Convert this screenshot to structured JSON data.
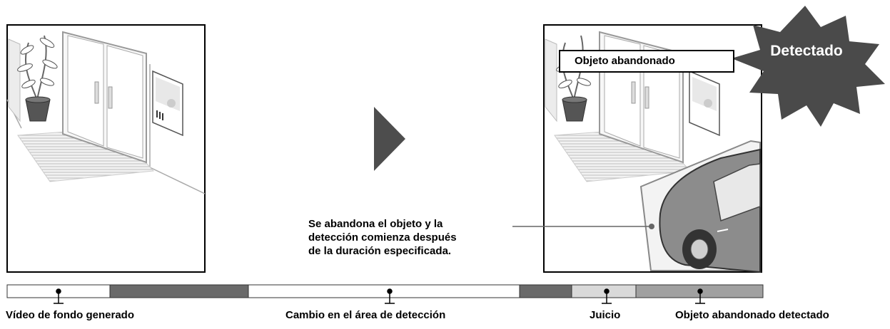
{
  "scene_before": {
    "description_icons": [
      "plant-pot-icon",
      "door-icon",
      "poster-icon",
      "doormat-icon"
    ]
  },
  "arrow_icon": "triangle-right-icon",
  "scene_after": {
    "abandoned_label": "Objeto abandonado",
    "detected_badge": "Detectado",
    "car_icon": "car-icon"
  },
  "annotation": {
    "lines": [
      "Se abandona el objeto y la",
      "detección comienza después",
      "de la duración especificada."
    ]
  },
  "timeline": {
    "segments": [
      {
        "color": "#ffffff"
      },
      {
        "color": "#6a6a6a"
      },
      {
        "color": "#ffffff"
      },
      {
        "color": "#6a6a6a"
      },
      {
        "color": "#d9d9d9"
      },
      {
        "color": "#a0a0a0"
      }
    ],
    "labels": [
      "Vídeo de fondo generado",
      "Cambio en el área de detección",
      "Juicio",
      "Objeto abandonado detectado"
    ]
  },
  "colors": {
    "dark_gray": "#5a5a5a",
    "badge": "#4a4a4a",
    "mat": "#cfcfcf",
    "car": "#8c8c8c"
  }
}
